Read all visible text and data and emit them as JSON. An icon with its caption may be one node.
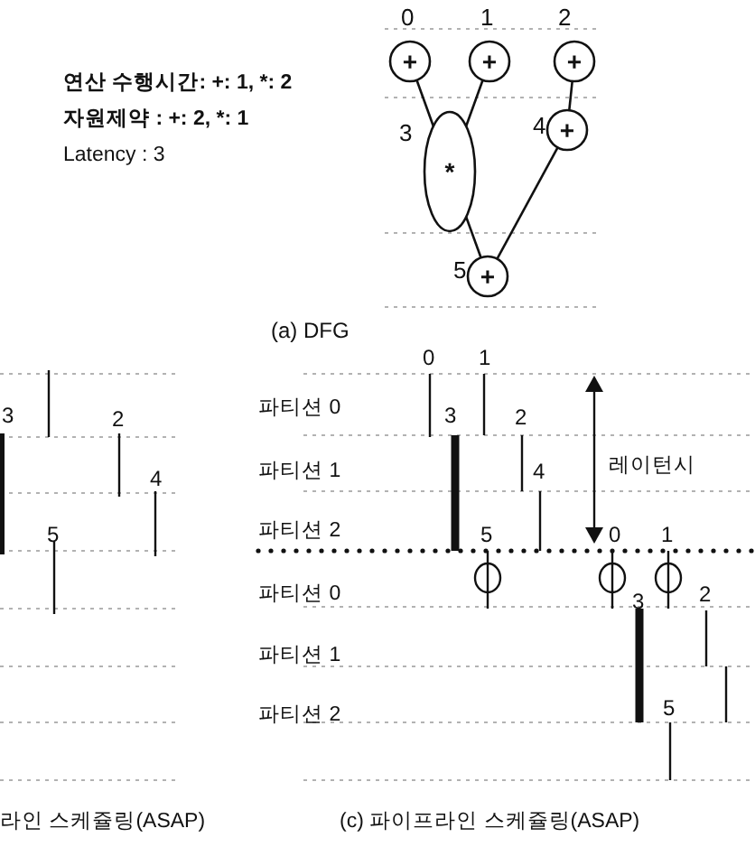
{
  "diagram": {
    "caption": "(a) DFG",
    "nodes": [
      {
        "text": [
          "+"
        ],
        "beside": [
          "0"
        ]
      },
      {
        "text": [
          "+"
        ],
        "beside": [
          "1"
        ]
      },
      {
        "text": [
          "+"
        ],
        "beside": [
          "2"
        ]
      },
      {
        "text": [
          "*"
        ],
        "beside": [
          "3"
        ]
      },
      {
        "text": [
          "+"
        ],
        "beside": [
          "4"
        ]
      },
      {
        "text": [
          "+"
        ],
        "beside": [
          "5"
        ]
      }
    ],
    "edges": [
      {
        "from": 0,
        "to": 3,
        "arrow": "none"
      },
      {
        "from": 1,
        "to": 3,
        "arrow": "none"
      },
      {
        "from": 2,
        "to": 4,
        "arrow": "none"
      },
      {
        "from": 3,
        "to": 5,
        "arrow": "none"
      },
      {
        "from": 4,
        "to": 5,
        "arrow": "none"
      }
    ],
    "labels": [
      "연산 수행시간: +: 1, *: 2",
      "자원제약 : +: 2, *: 1",
      "Latency : 3",
      "0",
      "1",
      "파티션 0",
      "3",
      "2",
      "파티션 1",
      "4",
      "레이턴시",
      "파티션 2",
      "5",
      "0",
      "1",
      "파티션 0",
      "3",
      "2",
      "파티션 1",
      "파티션 2",
      "5",
      "3",
      "2",
      "4",
      "5",
      "라인 스케쥴링(ASAP)",
      "(c) 파이프라인 스케쥴링(ASAP)"
    ]
  }
}
